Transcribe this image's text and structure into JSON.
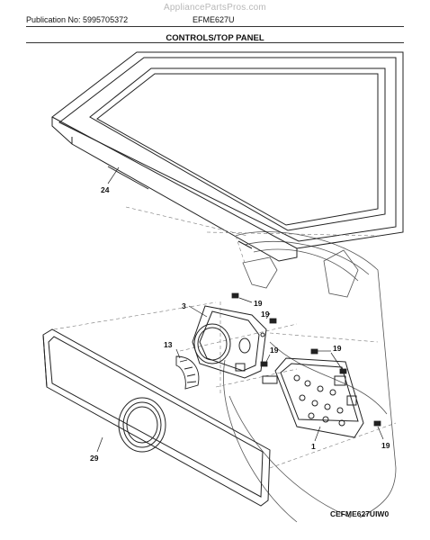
{
  "header": {
    "watermark": "AppliancePartsPros.com",
    "publication": "Publication No: 5995705372",
    "model": "EFME627U",
    "section_title": "CONTROLS/TOP PANEL"
  },
  "callouts": [
    "24",
    "3",
    "19",
    "13",
    "19",
    "19",
    "19",
    "29",
    "1",
    "19"
  ],
  "footer": {
    "diagram_code": "CEFME627UIW0"
  }
}
